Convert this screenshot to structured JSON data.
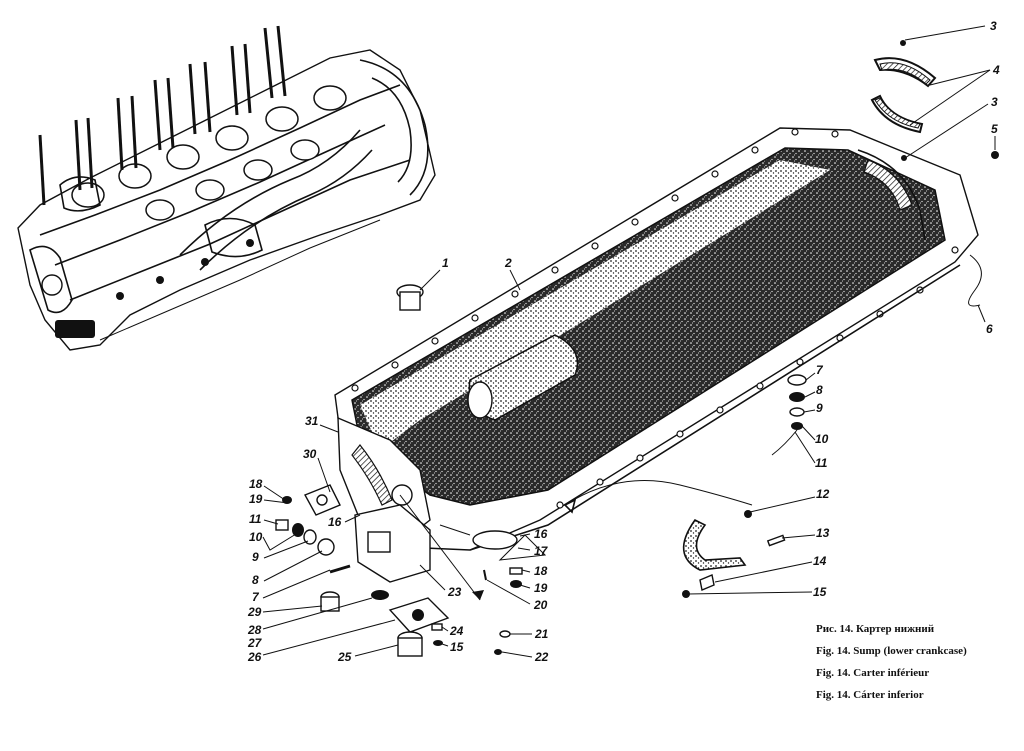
{
  "caption": [
    "Рис. 14. Картер нижний",
    "Fig. 14. Sump (lower crankcase)",
    "Fig. 14. Carter inférieur",
    "Fig. 14. Cárter inferior"
  ],
  "callouts": {
    "c3a": "3",
    "c4": "4",
    "c3b": "3",
    "c5": "5",
    "c6": "6",
    "c1": "1",
    "c2": "2",
    "c7r": "7",
    "c8r": "8",
    "c9r": "9",
    "c10r": "10",
    "c11r": "11",
    "c12": "12",
    "c13": "13",
    "c14": "14",
    "c15r": "15",
    "c31": "31",
    "c30": "30",
    "c18l": "18",
    "c19l": "19",
    "c11l": "11",
    "c10l": "10",
    "c9l": "9",
    "c8l": "8",
    "c7l": "7",
    "c16a": "16",
    "c16b": "16",
    "c17": "17",
    "c18r": "18",
    "c19r": "19",
    "c20": "20",
    "c23": "23",
    "c29": "29",
    "c28": "28",
    "c27": "27",
    "c26": "26",
    "c24": "24",
    "c15b": "15",
    "c25": "25",
    "c21": "21",
    "c22": "22"
  }
}
